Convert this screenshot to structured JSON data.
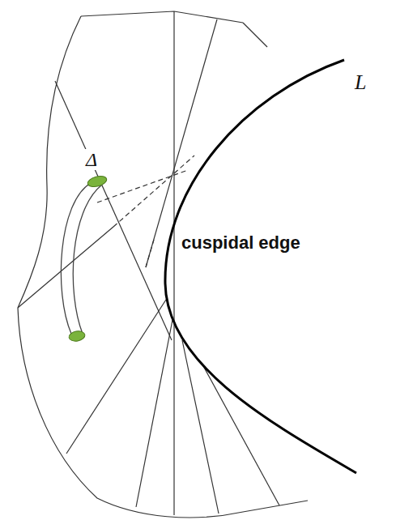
{
  "diagram": {
    "labels": [
      "L",
      "Δ",
      "cuspidal edge"
    ]
  }
}
